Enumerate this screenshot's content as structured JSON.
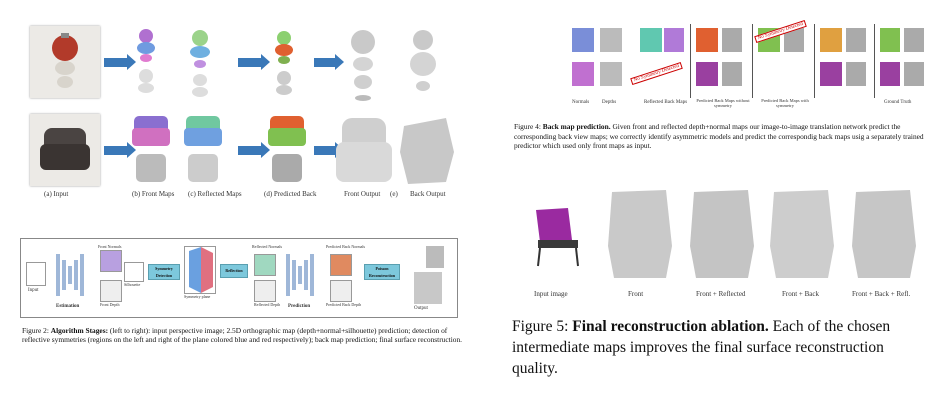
{
  "figure1": {
    "labels": [
      "(a) Input",
      "(b) Front Maps",
      "(c) Reflected Maps",
      "(d) Predicted Back",
      "Front Output",
      "(e)",
      "Back Output"
    ]
  },
  "figure2": {
    "diagram_labels": {
      "input": "Input",
      "estimation": "Estimation",
      "front_normals": "Front Normals",
      "silhouette": "Silhouette",
      "front_depth": "Front Depth",
      "symmetry_detection": "Symmetry Detection",
      "symmetry_plane": "Symmetry plane",
      "reflection": "Reflection",
      "reflected_normals": "Reflected Normals",
      "reflected_depth": "Reflected Depth",
      "prediction": "Prediction",
      "predicted_back_normals": "Predicted Back Normals",
      "predicted_back_depth": "Predicted Back Depth",
      "poisson_reconstruction": "Poisson Reconstruction",
      "output": "Output"
    },
    "caption_label": "Figure 2:",
    "caption_title": "Algorithm Stages:",
    "caption_text": "(left to right): input perspective image; 2.5D orthographic map (depth+normal+silhouette) prediction; detection of reflective symmetries (regions on the left and right of the plane colored blue and red respectively); back map prediction; final surface reconstruction."
  },
  "figure4": {
    "columns": [
      "Normals",
      "Depths",
      "Reflected Back Maps",
      "Predicted Back Maps without symmetry",
      "Predicted Back Maps with symmetry",
      "Ground Truth"
    ],
    "no_symmetry_label": "No Symmetry Detected",
    "caption_label": "Figure 4:",
    "caption_title": "Back map prediction.",
    "caption_text": "Given front and reflected depth+normal maps our image-to-image translation network predict the corresponding back view maps; we correctly identify asymmetric models and predict the correspondig back maps usig a separately trained predictor which used only front maps as input."
  },
  "figure5": {
    "labels": [
      "Input image",
      "Front",
      "Front + Reflected",
      "Front + Back",
      "Front + Back + Refl."
    ],
    "caption_label": "Figure 5:",
    "caption_title": "Final reconstruction ablation.",
    "caption_text": "Each of the chosen intermediate maps improves the final surface reconstruction quality."
  },
  "colors": {
    "arrow_blue": "#3a78b8",
    "teal_box": "#7dc8dc",
    "no_symmetry_red": "#cc0000"
  }
}
